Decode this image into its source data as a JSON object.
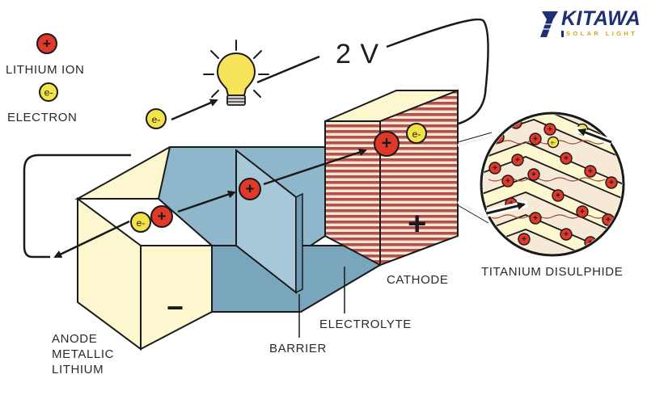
{
  "logo": {
    "brand": "KITAWA",
    "tagline": "SOLAR LIGHT"
  },
  "legend": {
    "ion_symbol": "+",
    "ion_label": "LITHIUM ION",
    "electron_symbol": "e-",
    "electron_label": "ELECTRON"
  },
  "voltage": "2 V",
  "particles": {
    "ion": "+",
    "electron": "e-"
  },
  "terminals": {
    "negative": "−",
    "positive": "+"
  },
  "labels": {
    "anode": "ANODE\nMETALLIC\nLITHIUM",
    "barrier": "BARRIER",
    "electrolyte": "ELECTROLYTE",
    "cathode": "CATHODE",
    "titanium": "TITANIUM DISULPHIDE"
  },
  "colors": {
    "ion_fill": "#e0382a",
    "electron_fill": "#f3e34a",
    "anode_fill": "#fdf7cf",
    "electrolyte_fill": "#8fb7cc",
    "cathode_stripe": "#b5504a",
    "brand": "#1e2f73",
    "brand_accent": "#d7a21f"
  }
}
